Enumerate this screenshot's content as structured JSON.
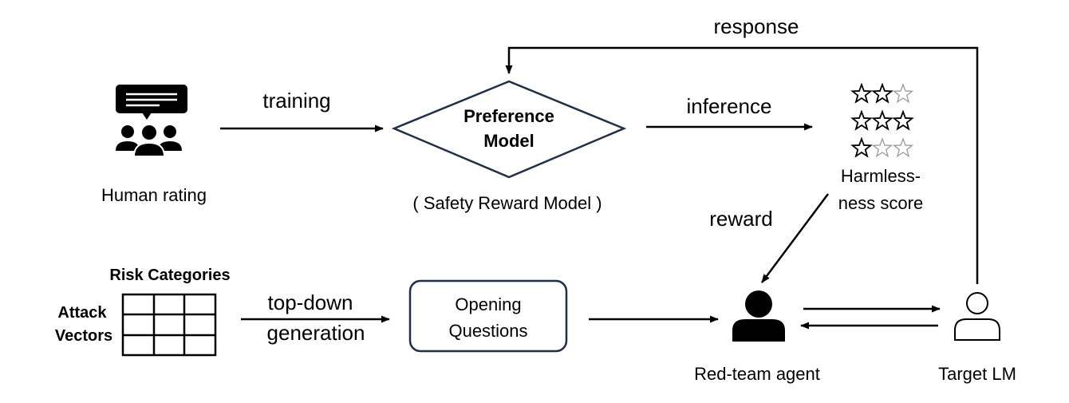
{
  "human_rating": {
    "label": "Human rating"
  },
  "edges": {
    "training": "training",
    "inference": "inference",
    "response": "response",
    "reward": "reward",
    "top_down_line1": "top-down",
    "top_down_line2": "generation"
  },
  "preference_model": {
    "line1": "Preference",
    "line2": "Model",
    "caption": "( Safety Reward Model )"
  },
  "harmlessness": {
    "line1": "Harmless-",
    "line2": "ness score",
    "ratings": [
      2,
      3,
      1
    ],
    "max_stars": 3
  },
  "risk_table": {
    "column_title": "Risk Categories",
    "row_title_line1": "Attack",
    "row_title_line2": "Vectors"
  },
  "opening_questions": {
    "line1": "Opening",
    "line2": "Questions"
  },
  "red_team_agent": {
    "label": "Red-team agent"
  },
  "target_lm": {
    "label": "Target LM"
  },
  "colors": {
    "box_border": "#1f2f45",
    "line": "#000000"
  }
}
